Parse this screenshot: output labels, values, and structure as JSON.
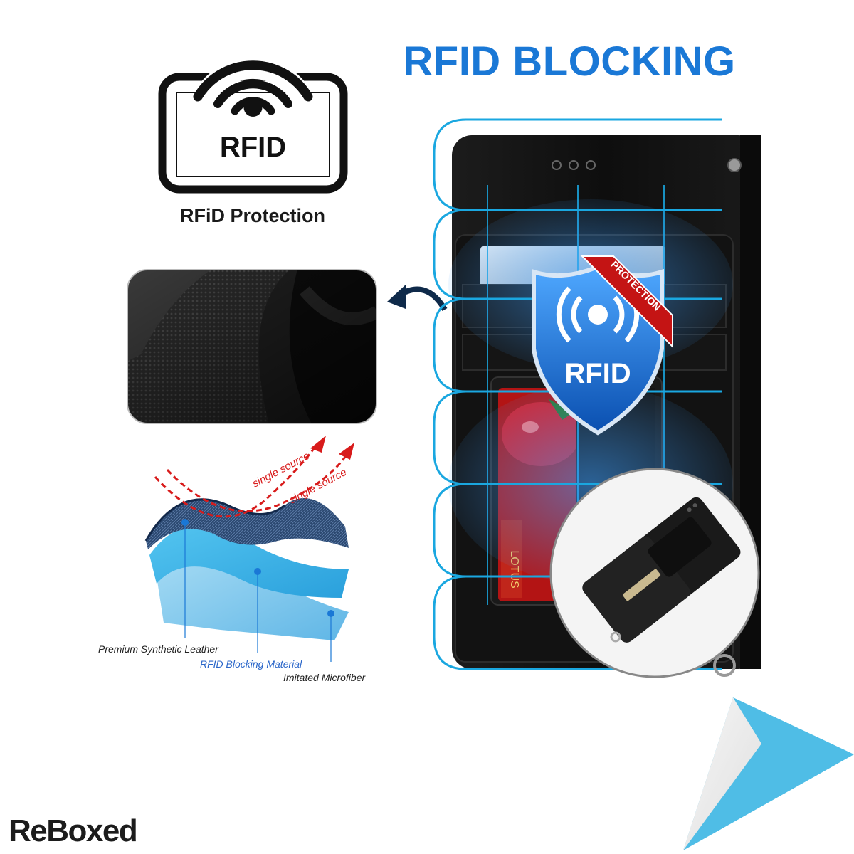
{
  "headline": "RFID BLOCKING",
  "rfid_badge": {
    "icon_text": "RFID",
    "caption": "RFiD Protection"
  },
  "shield": {
    "text": "RFID",
    "ribbon_text": "PROTECTION"
  },
  "card_logo_text": "LOTUS",
  "source_labels": [
    "single source",
    "single source"
  ],
  "layers": {
    "leather": "Premium Synthetic Leather",
    "rfid": "RFID Blocking Material",
    "microfiber": "Imitated Microfiber"
  },
  "brand": "ReBoxed",
  "colors": {
    "headline_blue": "#1a78d6",
    "accent_cyan": "#1aa7e0",
    "wallet_black": "#141414",
    "signal_red": "#d81b1b"
  }
}
